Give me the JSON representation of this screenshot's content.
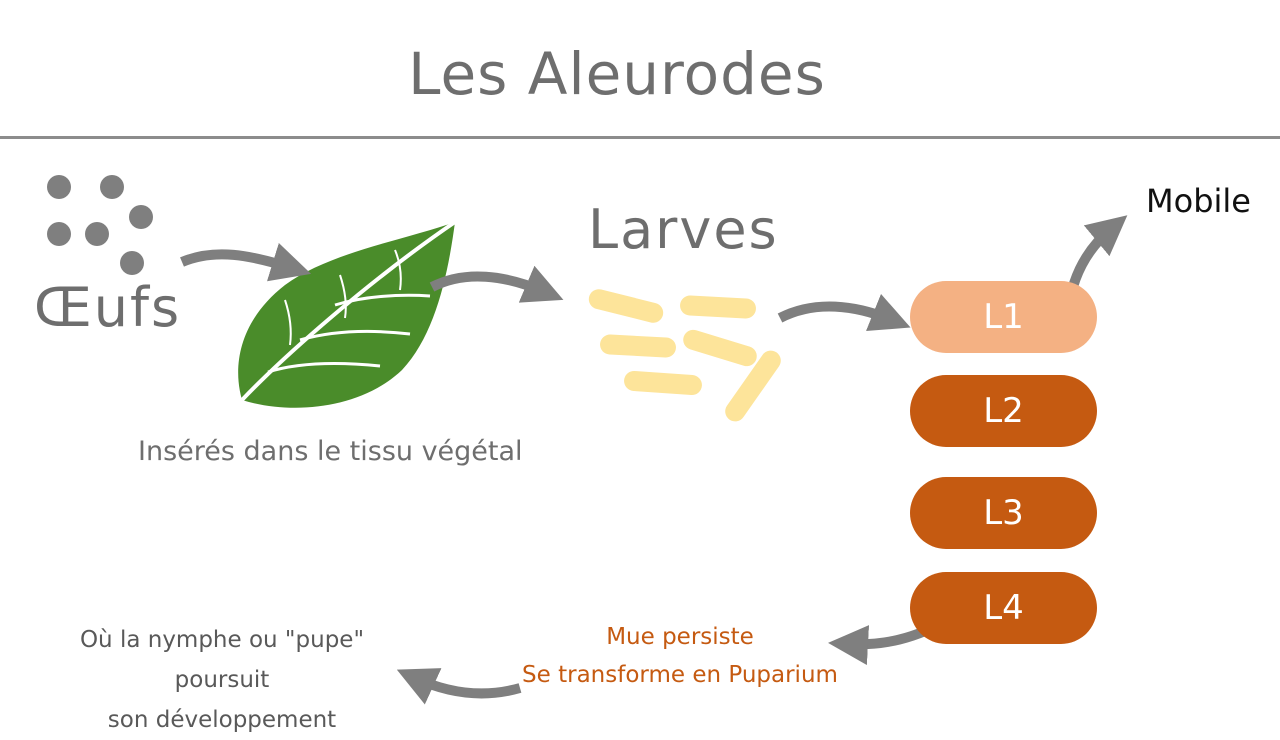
{
  "title": "Les Aleurodes",
  "eggs": {
    "label": "Œufs",
    "note": "Insérés dans le tissu végétal"
  },
  "larves": {
    "label": "Larves",
    "stages": [
      "L1",
      "L2",
      "L3",
      "L4"
    ],
    "l1_note": "Mobile"
  },
  "mue": {
    "line1": "Mue persiste",
    "line2": "Se transforme en Puparium"
  },
  "nymphe": {
    "line1": "Où la nymphe ou \"pupe\" poursuit",
    "line2": "son développement"
  },
  "colors": {
    "text_grey": "#6e6e6e",
    "leaf_green": "#4a8c2a",
    "larva_yellow": "#fde49a",
    "l1_light_orange": "#f4b183",
    "stage_orange": "#c55a11",
    "arrow_grey": "#7f7f7f"
  }
}
